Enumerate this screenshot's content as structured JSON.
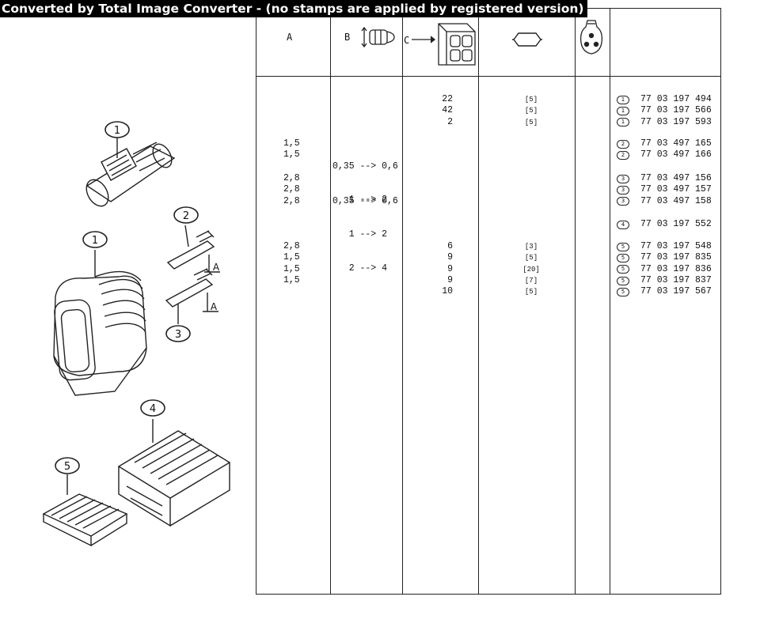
{
  "banner": "Converted by Total Image Converter - (no stamps are applied by registered version)",
  "columns": {
    "a_label": "A",
    "b_label": "B",
    "c_label": "C",
    "icons": [
      "connector-section-icon",
      "connector-housing-icon",
      "seal-gasket-icon",
      "contact-pin-icon"
    ]
  },
  "callouts": {
    "c1_top": "1",
    "c1_mid": "1",
    "c2": "2",
    "c3": "3",
    "c4": "4",
    "c5": "5",
    "a_upper": "A",
    "a_lower": "A"
  },
  "rows_a": [
    {
      "label": "1,5"
    },
    {
      "label": "1,5"
    },
    {
      "label": "2,8"
    },
    {
      "label": "2,8"
    },
    {
      "label": "2,8"
    },
    {
      "label": "2,8"
    },
    {
      "label": "1,5"
    },
    {
      "label": "1,5"
    },
    {
      "label": "1,5"
    }
  ],
  "rows_b": [
    {
      "label": "0,35 --> 0,6"
    },
    {
      "label": "   1 --> 2"
    },
    {
      "label": "0,35 --> 0,6"
    },
    {
      "label": "   1 --> 2"
    },
    {
      "label": "   2 --> 4"
    }
  ],
  "rows_c": [
    {
      "label": "22"
    },
    {
      "label": "42"
    },
    {
      "label": "2"
    },
    {
      "label": "6"
    },
    {
      "label": "9"
    },
    {
      "label": "9"
    },
    {
      "label": "9"
    },
    {
      "label": "10"
    }
  ],
  "rows_d": [
    {
      "label": "[5]"
    },
    {
      "label": "[5]"
    },
    {
      "label": "[5]"
    },
    {
      "label": "[3]"
    },
    {
      "label": "[5]"
    },
    {
      "label": "[20]"
    },
    {
      "label": "[7]"
    },
    {
      "label": "[5]"
    }
  ],
  "refs": [
    {
      "item": "1",
      "number": "77 03 197 494"
    },
    {
      "item": "1",
      "number": "77 03 197 566"
    },
    {
      "item": "1",
      "number": "77 03 197 593"
    },
    {
      "item": "2",
      "number": "77 03 497 165"
    },
    {
      "item": "2",
      "number": "77 03 497 166"
    },
    {
      "item": "3",
      "number": "77 03 497 156"
    },
    {
      "item": "3",
      "number": "77 03 497 157"
    },
    {
      "item": "3",
      "number": "77 03 497 158"
    },
    {
      "item": "4",
      "number": "77 03 197 552"
    },
    {
      "item": "5",
      "number": "77 03 197 548"
    },
    {
      "item": "5",
      "number": "77 03 197 835"
    },
    {
      "item": "5",
      "number": "77 03 197 836"
    },
    {
      "item": "5",
      "number": "77 03 197 837"
    },
    {
      "item": "5",
      "number": "77 03 197 567"
    }
  ]
}
